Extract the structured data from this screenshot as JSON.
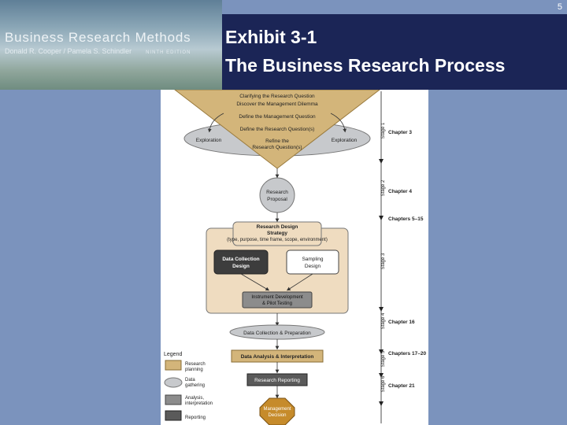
{
  "banner": {
    "book_title": "Business Research Methods",
    "authors": "Donald R. Cooper / Pamela S. Schindler",
    "edition": "NINTH EDITION"
  },
  "slide": {
    "page_number": "5",
    "title_line1": "Exhibit 3-1",
    "title_line2": "The Business Research Process"
  },
  "diagram": {
    "funnel": {
      "line1": "Clarifying the Research Question",
      "line2": "Discover the Management Dilemma",
      "line3": "Define the Management Question",
      "line4": "Define the Research Question(s)",
      "line5a": "Refine the",
      "line5b": "Research Question(s)"
    },
    "exploration_left": "Exploration",
    "exploration_right": "Exploration",
    "proposal_line1": "Research",
    "proposal_line2": "Proposal",
    "design_strategy": {
      "line1": "Research Design",
      "line2": "Strategy",
      "line3": "(type, purpose, time frame, scope, environment)"
    },
    "data_collection_design": {
      "line1": "Data Collection",
      "line2": "Design"
    },
    "sampling_design": {
      "line1": "Sampling",
      "line2": "Design"
    },
    "instrument": {
      "line1": "Instrument Development",
      "line2": "& Pilot Testing"
    },
    "data_collection_prep": "Data Collection & Preparation",
    "data_analysis": "Data Analysis & Interpretation",
    "research_reporting": "Research Reporting",
    "management_decision": {
      "line1": "Management",
      "line2": "Decision"
    },
    "stages": [
      "Stage 1",
      "Stage 2",
      "Stage 3",
      "Stage 4",
      "Stage 5",
      "Stage 6"
    ],
    "chapters": [
      "Chapter 3",
      "Chapter 4",
      "Chapters 5–15",
      "Chapter 16",
      "Chapters 17–20",
      "Chapter 21"
    ],
    "legend": {
      "title": "Legend",
      "items": [
        {
          "line1": "Research",
          "line2": "planning"
        },
        {
          "line1": "Data",
          "line2": "gathering"
        },
        {
          "line1": "Analysis,",
          "line2": "interpretation"
        },
        {
          "line1": "Reporting",
          "line2": ""
        }
      ]
    },
    "colors": {
      "planning": "#d3b57a",
      "planning_light": "#efdcc0",
      "gathering": "#c7c9cc",
      "analysis": "#8c8c8c",
      "reporting": "#5a5a5a",
      "decision": "#c68b2b",
      "dark_box": "#3d3d3d"
    }
  }
}
